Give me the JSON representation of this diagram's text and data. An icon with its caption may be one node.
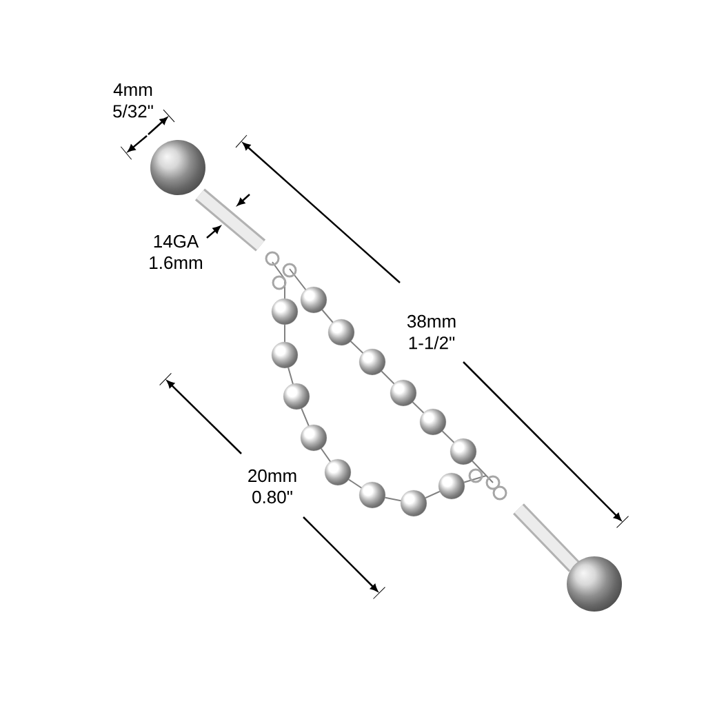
{
  "diagram": {
    "labels": [
      "4mm",
      "5/32\"",
      "14GA",
      "1.6mm",
      "38mm",
      "1-1/2\"",
      "20mm",
      "0.80\""
    ]
  }
}
